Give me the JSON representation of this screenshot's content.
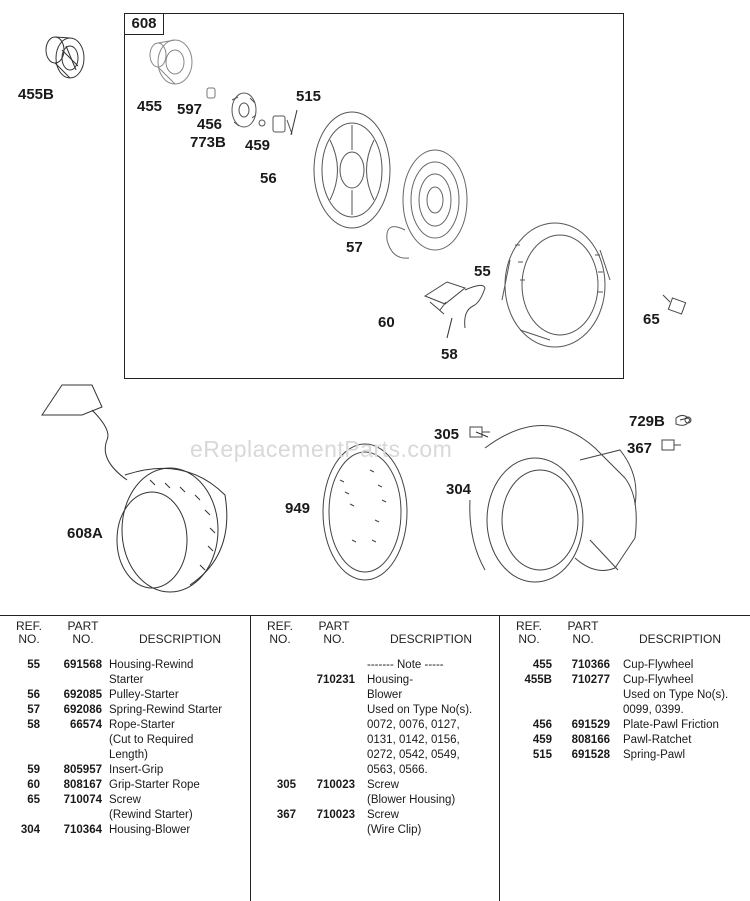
{
  "watermark": "eReplacementParts.com",
  "kit_label": "608",
  "callouts": {
    "c455B": "455B",
    "c455": "455",
    "c597": "597",
    "c456": "456",
    "c773B": "773B",
    "c459": "459",
    "c515": "515",
    "c56": "56",
    "c57": "57",
    "c55": "55",
    "c60": "60",
    "c58": "58",
    "c65": "65",
    "c608A": "608A",
    "c949": "949",
    "c305": "305",
    "c304": "304",
    "c729B": "729B",
    "c367": "367"
  },
  "table": {
    "headers": {
      "ref": "REF.",
      "ref2": "NO.",
      "part": "PART",
      "part2": "NO.",
      "desc": "DESCRIPTION"
    },
    "columns": [
      {
        "rows": [
          {
            "ref": "55",
            "part": "691568",
            "desc": "Housing-Rewind"
          },
          {
            "ref": "",
            "part": "",
            "desc": "Starter"
          },
          {
            "ref": "56",
            "part": "692085",
            "desc": "Pulley-Starter"
          },
          {
            "ref": "57",
            "part": "692086",
            "desc": "Spring-Rewind Starter"
          },
          {
            "ref": "58",
            "part": "66574",
            "desc": "Rope-Starter"
          },
          {
            "ref": "",
            "part": "",
            "desc": "(Cut to Required"
          },
          {
            "ref": "",
            "part": "",
            "desc": "Length)"
          },
          {
            "ref": "59",
            "part": "805957",
            "desc": "Insert-Grip"
          },
          {
            "ref": "60",
            "part": "808167",
            "desc": "Grip-Starter Rope"
          },
          {
            "ref": "65",
            "part": "710074",
            "desc": "Screw"
          },
          {
            "ref": "",
            "part": "",
            "desc": "(Rewind Starter)"
          },
          {
            "ref": "304",
            "part": "710364",
            "desc": "Housing-Blower"
          }
        ]
      },
      {
        "rows": [
          {
            "ref": "",
            "part": "",
            "desc": "------- Note -----"
          },
          {
            "ref": "",
            "part": "710231",
            "desc": "Housing-"
          },
          {
            "ref": "",
            "part": "",
            "desc": "Blower"
          },
          {
            "ref": "",
            "part": "",
            "desc": "Used on Type No(s)."
          },
          {
            "ref": "",
            "part": "",
            "desc": "0072, 0076, 0127,"
          },
          {
            "ref": "",
            "part": "",
            "desc": "0131, 0142, 0156,"
          },
          {
            "ref": "",
            "part": "",
            "desc": "0272, 0542, 0549,"
          },
          {
            "ref": "",
            "part": "",
            "desc": "0563, 0566."
          },
          {
            "ref": "305",
            "part": "710023",
            "desc": "Screw"
          },
          {
            "ref": "",
            "part": "",
            "desc": "(Blower Housing)"
          },
          {
            "ref": "367",
            "part": "710023",
            "desc": "Screw"
          },
          {
            "ref": "",
            "part": "",
            "desc": "(Wire Clip)"
          }
        ]
      },
      {
        "rows": [
          {
            "ref": "455",
            "part": "710366",
            "desc": "Cup-Flywheel"
          },
          {
            "ref": "455B",
            "part": "710277",
            "desc": "Cup-Flywheel"
          },
          {
            "ref": "",
            "part": "",
            "desc": "Used on Type No(s)."
          },
          {
            "ref": "",
            "part": "",
            "desc": "0099, 0399."
          },
          {
            "ref": "456",
            "part": "691529",
            "desc": "Plate-Pawl Friction"
          },
          {
            "ref": "459",
            "part": "808166",
            "desc": "Pawl-Ratchet"
          },
          {
            "ref": "515",
            "part": "691528",
            "desc": "Spring-Pawl"
          }
        ]
      }
    ]
  }
}
